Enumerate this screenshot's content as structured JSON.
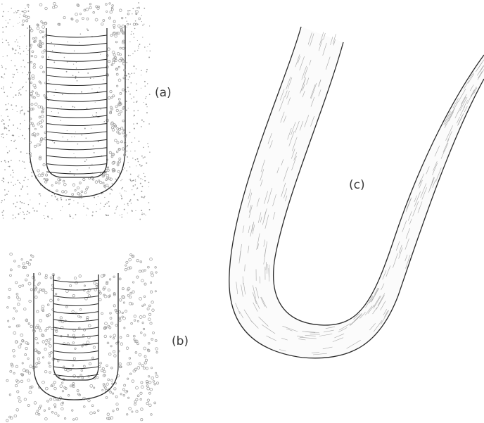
{
  "figure": {
    "panels": [
      {
        "id": "a",
        "label": "(a)"
      },
      {
        "id": "b",
        "label": "(b)"
      },
      {
        "id": "c",
        "label": "(c)"
      }
    ],
    "colors": {
      "ink": "#2b2b2b",
      "stipple": "#9a9a9a",
      "fiber": "#a8a8a8",
      "background": "#ffffff"
    }
  }
}
